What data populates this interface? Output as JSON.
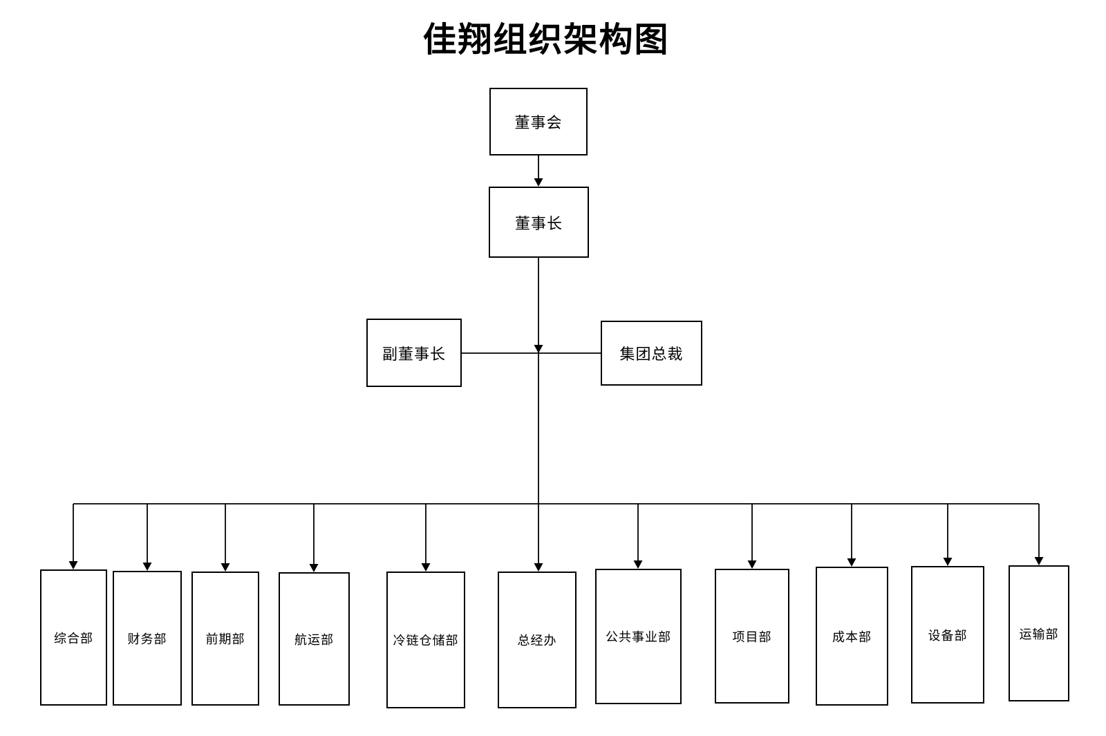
{
  "title": "佳翔组织架构图",
  "org": {
    "board": {
      "label": "董事会"
    },
    "chairman": {
      "label": "董事长"
    },
    "vice_chairman": {
      "label": "副董事长"
    },
    "group_president": {
      "label": "集团总裁"
    },
    "departments": [
      {
        "label": "综合部"
      },
      {
        "label": "财务部"
      },
      {
        "label": "前期部"
      },
      {
        "label": "航运部"
      },
      {
        "label": "冷链仓储部"
      },
      {
        "label": "总经办"
      },
      {
        "label": "公共事业部"
      },
      {
        "label": "项目部"
      },
      {
        "label": "成本部"
      },
      {
        "label": "设备部"
      },
      {
        "label": "运输部"
      }
    ]
  },
  "colors": {
    "background": "#ffffff",
    "line": "#000000",
    "box_border": "#000000",
    "text": "#000000"
  }
}
